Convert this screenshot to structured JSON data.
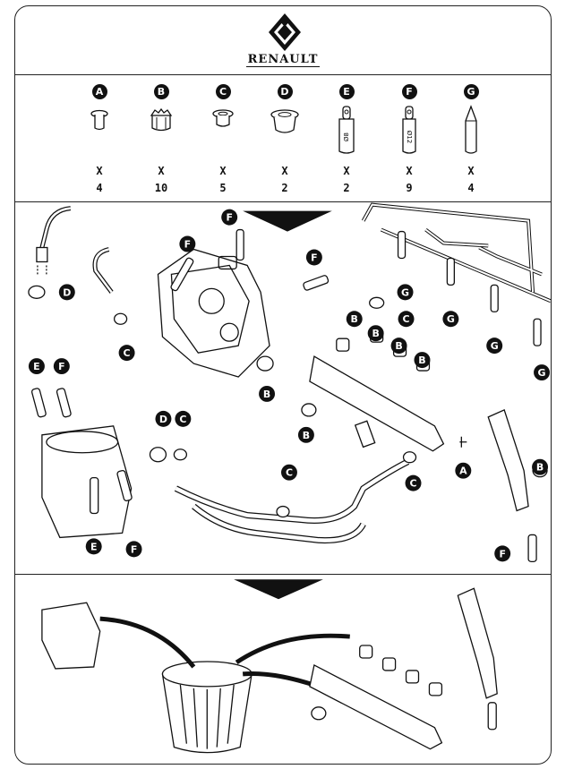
{
  "header": {
    "brand": "RENAULT",
    "logo_icon": "renault-diamond-icon"
  },
  "parts": [
    {
      "letter": "A",
      "x": "X",
      "qty": "4"
    },
    {
      "letter": "B",
      "x": "X",
      "qty": "10"
    },
    {
      "letter": "C",
      "x": "X",
      "qty": "5"
    },
    {
      "letter": "D",
      "x": "X",
      "qty": "2"
    },
    {
      "letter": "E",
      "x": "X",
      "qty": "2"
    },
    {
      "letter": "F",
      "x": "X",
      "qty": "9"
    },
    {
      "letter": "G",
      "x": "X",
      "qty": "4"
    }
  ],
  "callouts": {
    "A": "A",
    "B": "B",
    "C": "C",
    "D": "D",
    "E": "E",
    "F": "F",
    "G": "G"
  },
  "icons": {
    "step_arrow": "down-triangle-arrow-icon",
    "bin": "waste-bin-icon",
    "plug_A": "plug-type-a-icon",
    "cap_B": "cap-type-b-icon",
    "cap_C": "cap-type-c-icon",
    "cap_D": "cap-type-d-icon",
    "sleeve_E": "sleeve-type-e-icon",
    "sleeve_F": "sleeve-type-f-icon",
    "cone_G": "cone-type-g-icon"
  }
}
